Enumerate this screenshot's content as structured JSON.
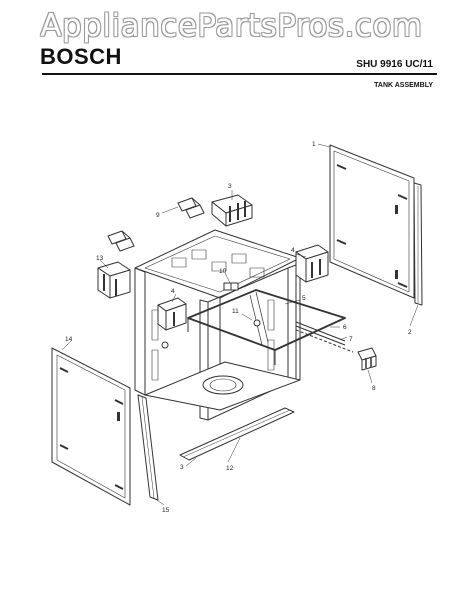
{
  "watermark": "AppliancePartsPros.com",
  "header": {
    "brand": "BOSCH",
    "model": "SHU 9916 UC/11",
    "subtitle": "TANK ASSEMBLY"
  },
  "callouts": [
    {
      "label": "1"
    },
    {
      "label": "2"
    },
    {
      "label": "3"
    },
    {
      "label": "9"
    },
    {
      "label": "4"
    },
    {
      "label": "13"
    },
    {
      "label": "10"
    },
    {
      "label": "5"
    },
    {
      "label": "4"
    },
    {
      "label": "11"
    },
    {
      "label": "6"
    },
    {
      "label": "7"
    },
    {
      "label": "8"
    },
    {
      "label": "14"
    },
    {
      "label": "3"
    },
    {
      "label": "12"
    },
    {
      "label": "15"
    }
  ]
}
